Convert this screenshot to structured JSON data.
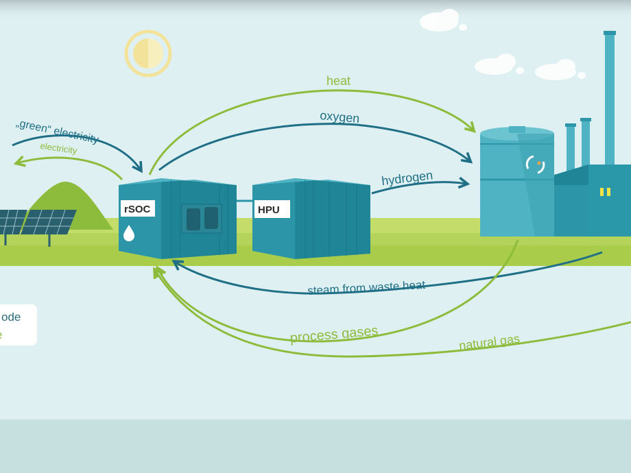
{
  "diagram": {
    "units": {
      "rsoc": "rSOC",
      "hpu": "HPU"
    },
    "flows": {
      "green_electricity": "„green“ electricity",
      "electricity": "electricity",
      "heat": "heat",
      "oxygen": "oxygen",
      "hydrogen": "hydrogen",
      "steam": "steam from waste heat",
      "process_gases": "process gases",
      "natural_gas": "natural gas"
    },
    "legend_partial": {
      "line1": "ode",
      "line2": "e"
    },
    "colors": {
      "sky": "#dff0f2",
      "ground_green": "#a9cc4a",
      "ground_light": "#c3dc6a",
      "teal": "#2c96a8",
      "teal_dark": "#1b6f80",
      "teal_light": "#4fb3c3",
      "flow_blue": "#1f6f86",
      "flow_green": "#8dbb3c",
      "sun": "#f3e39a",
      "water_band": "#c6e0df"
    }
  }
}
